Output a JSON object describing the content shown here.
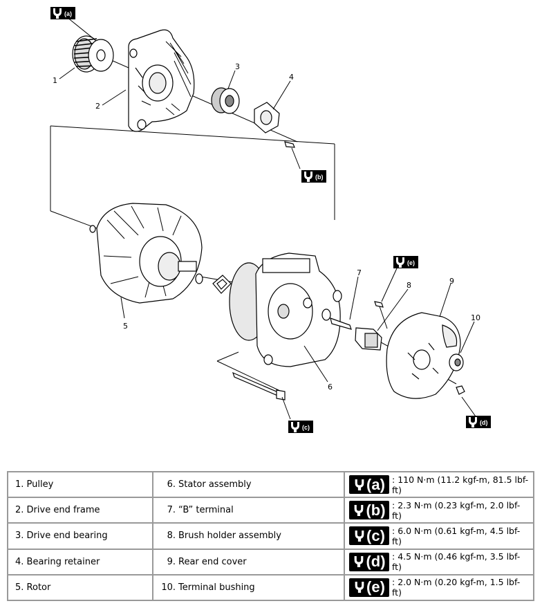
{
  "callouts": {
    "n1": "1",
    "n2": "2",
    "n3": "3",
    "n4": "4",
    "n5": "5",
    "n6": "6",
    "n7": "7",
    "n8": "8",
    "n9": "9",
    "n10": "10"
  },
  "badges": {
    "a": "(a)",
    "b": "(b)",
    "c": "(c)",
    "d": "(d)",
    "e": "(e)"
  },
  "legend": {
    "rows": [
      {
        "left": "1. Pulley",
        "mid_num": "6.",
        "mid": "Stator assembly",
        "torque_letter": "(a)",
        "torque": "110 N·m (11.2 kgf-m, 81.5 lbf-ft)"
      },
      {
        "left": "2. Drive end frame",
        "mid_num": "7.",
        "mid": "“B” terminal",
        "torque_letter": "(b)",
        "torque": "2.3 N·m (0.23 kgf-m, 2.0 lbf-ft)"
      },
      {
        "left": "3. Drive end bearing",
        "mid_num": "8.",
        "mid": "Brush holder assembly",
        "torque_letter": "(c)",
        "torque": "6.0 N·m (0.61 kgf-m, 4.5 lbf-ft)"
      },
      {
        "left": "4. Bearing retainer",
        "mid_num": "9.",
        "mid": "Rear end cover",
        "torque_letter": "(d)",
        "torque": "4.5 N·m (0.46 kgf-m, 3.5 lbf-ft)"
      },
      {
        "left": "5. Rotor",
        "mid_num": "10.",
        "mid": "Terminal bushing",
        "torque_letter": "(e)",
        "torque": "2.0 N·m (0.20 kgf-m, 1.5 lbf-ft)"
      }
    ]
  },
  "colors": {
    "line": "#000000",
    "table_border": "#999999",
    "badge_bg": "#000000"
  },
  "icons": {
    "torque": "torque-wrench-icon"
  }
}
